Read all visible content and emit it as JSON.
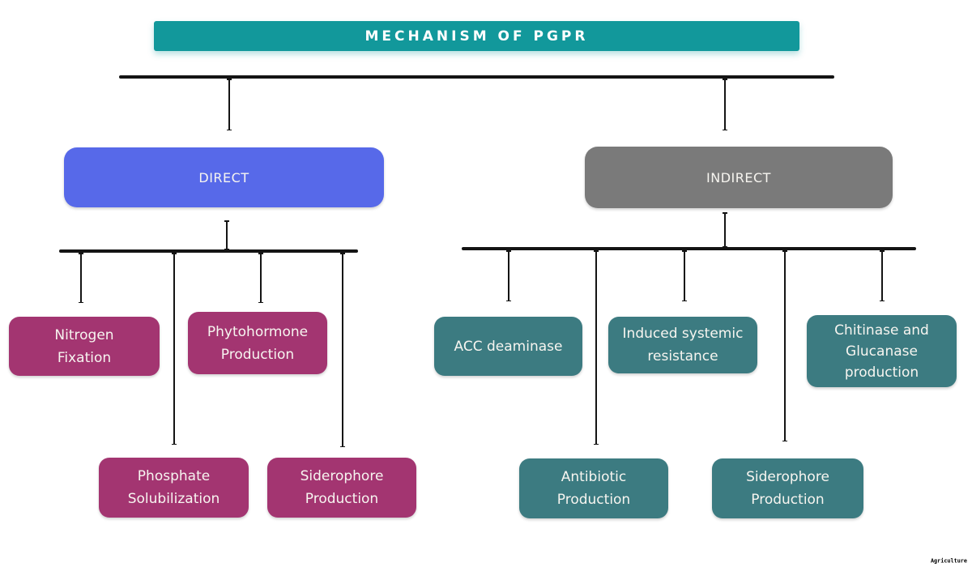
{
  "title": "MECHANISM OF PGPR",
  "watermark": "Agriculture",
  "colors": {
    "title_bg": "#12989B",
    "direct_bg": "#5769E9",
    "indirect_bg": "#7A7A7A",
    "direct_leaf_bg": "#A33571",
    "indirect_leaf_bg": "#3C7B81",
    "line": "#141414",
    "text": "#FFFFFF"
  },
  "tree": {
    "root_label": "MECHANISM OF PGPR",
    "direct": {
      "label": "DIRECT",
      "children": [
        {
          "label": "Nitrogen Fixation",
          "lines": [
            "Nitrogen",
            "Fixation"
          ]
        },
        {
          "label": "Phytohormone Production",
          "lines": [
            "Phytohormone",
            "Production"
          ]
        },
        {
          "label": "Phosphate Solubilization",
          "lines": [
            "Phosphate",
            "Solubilization"
          ]
        },
        {
          "label": "Siderophore Production",
          "lines": [
            "Siderophore",
            "Production"
          ]
        }
      ]
    },
    "indirect": {
      "label": "INDIRECT",
      "children": [
        {
          "label": "ACC deaminase",
          "lines": [
            "ACC deaminase"
          ]
        },
        {
          "label": "Induced systemic resistance",
          "lines": [
            "Induced systemic",
            "resistance"
          ]
        },
        {
          "label": "Chitinase and Glucanase production",
          "lines": [
            "Chitinase and",
            "Glucanase",
            "production"
          ]
        },
        {
          "label": "Antibiotic Production",
          "lines": [
            "Antibiotic",
            "Production"
          ]
        },
        {
          "label": "Siderophore Production",
          "lines": [
            "Siderophore",
            "Production"
          ]
        }
      ]
    }
  }
}
